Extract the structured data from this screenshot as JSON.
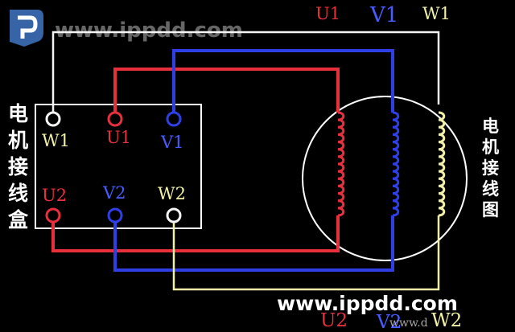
{
  "watermark": {
    "text": "www.ippdd.com"
  },
  "footer": {
    "text": "www.ippdd.com",
    "sub": "www.d"
  },
  "box_title": [
    "电",
    "机",
    "接",
    "线",
    "盒"
  ],
  "side_title": [
    "电",
    "机",
    "接",
    "线",
    "图"
  ],
  "terminals": {
    "W1": "W1",
    "U1": "U1",
    "V1": "V1",
    "U2": "U2",
    "V2": "V2",
    "W2": "W2"
  },
  "top_labels": {
    "U1": "U1",
    "V1": "V1",
    "W1": "W1"
  },
  "bottom_labels": {
    "U2": "U2",
    "V2": "V2",
    "W2": "W2"
  },
  "colors": {
    "background": "#000000",
    "U": "#e8303c",
    "V": "#2f3fe6",
    "W": "#f2f0a6",
    "box": "#ffffff",
    "wire_white": "#ffffff"
  }
}
